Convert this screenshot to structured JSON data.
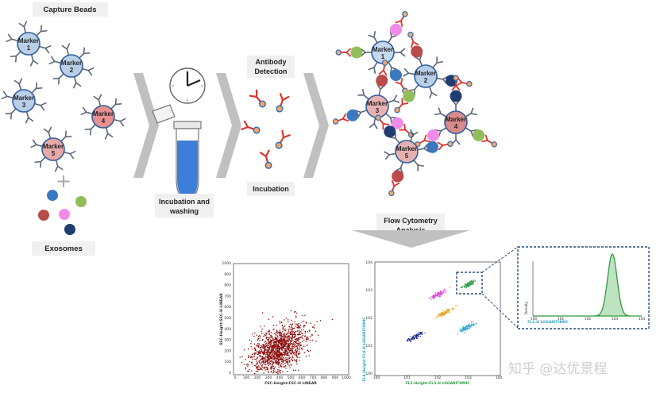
{
  "labels": {
    "capture_beads": "Capture Beads",
    "exosomes": "Exosomes",
    "incubation_washing_line1": "Incubation and",
    "incubation_washing_line2": "washing",
    "antibody_detection_line1": "Antibody",
    "antibody_detection_line2": "Detection",
    "incubation": "Incubation",
    "flow_cytometry_line1": "Flow Cytometry",
    "flow_cytometry_line2": "Analysis"
  },
  "marker_word": "Marker",
  "left_beads": [
    {
      "num": "1",
      "color": "#b9cfe8"
    },
    {
      "num": "2",
      "color": "#b9cfe8"
    },
    {
      "num": "3",
      "color": "#b9cfe8"
    },
    {
      "num": "4",
      "color": "#e89090"
    },
    {
      "num": "5",
      "color": "#e8a8a8"
    }
  ],
  "right_beads": [
    {
      "num": "1",
      "color": "#c5d8ee"
    },
    {
      "num": "2",
      "color": "#b9cfe8"
    },
    {
      "num": "3",
      "color": "#e8b2b2"
    },
    {
      "num": "4",
      "color": "#d88a8a"
    },
    {
      "num": "5",
      "color": "#e6b0b0"
    }
  ],
  "exosome_colors": [
    "#3b78c0",
    "#8fbe5a",
    "#b94b4b",
    "#f08be8",
    "#1f3d70"
  ],
  "colors": {
    "arrow_gray": "#c0c0c0",
    "density_red": "#8b0a0a",
    "histogram_green": "#2e9a3e",
    "dashed_box": "#2a4d7a",
    "tube_liquid": "#3d7fd8"
  },
  "plot1": {
    "xlabel": "FSC-Height:FSC-H LINEAR",
    "ylabel": "SSC-Height:SSC-H LINEAR",
    "xticks": [
      "0",
      "100",
      "200",
      "300",
      "400",
      "500",
      "600",
      "700",
      "800",
      "900",
      "1000"
    ],
    "yticks": [
      "0",
      "100",
      "200",
      "300",
      "400",
      "500",
      "600",
      "700",
      "800",
      "900",
      "1000"
    ]
  },
  "plot2": {
    "xlabel": "FL3-Height:FL3-H LOGARITHMIC",
    "ylabel": "FL4-Height:FL4-H LOGARITHMIC",
    "xticks": [
      "100",
      "101",
      "102",
      "103",
      "104"
    ],
    "yticks": [
      "100",
      "101",
      "102",
      "103",
      "104"
    ]
  },
  "histogram": {
    "xlabel": "FL1-H LOGARITHMIC",
    "ylabel": "Density",
    "xticks": [
      "100",
      "101",
      "102",
      "103",
      "104"
    ]
  },
  "watermark": "知乎 @达优景程"
}
